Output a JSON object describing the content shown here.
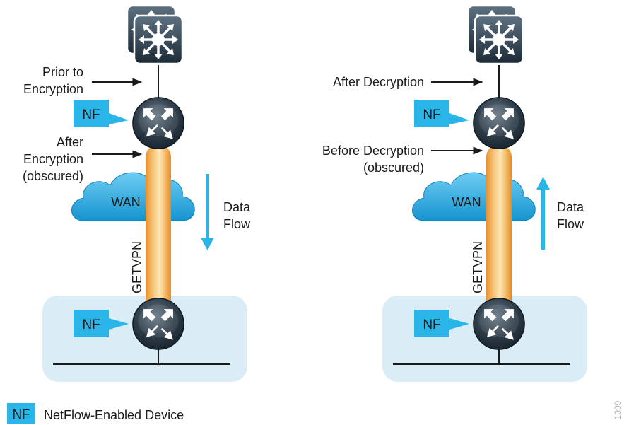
{
  "left": {
    "labels": {
      "prior_1": "Prior to",
      "prior_2": "Encryption",
      "after_1": "After",
      "after_2": "Encryption",
      "after_3": "(obscured)"
    },
    "nf_top": "NF",
    "nf_bottom": "NF",
    "wan": "WAN",
    "tunnel": "GETVPN",
    "flow_1": "Data",
    "flow_2": "Flow",
    "flow_direction": "down"
  },
  "right": {
    "labels": {
      "after_dec": "After Decryption",
      "before_1": "Before Decryption",
      "before_2": "(obscured)"
    },
    "nf_top": "NF",
    "nf_bottom": "NF",
    "wan": "WAN",
    "tunnel": "GETVPN",
    "flow_1": "Data",
    "flow_2": "Flow",
    "flow_direction": "up"
  },
  "legend": {
    "badge": "NF",
    "text": "NetFlow-Enabled Device"
  },
  "figure_code": "1099",
  "colors": {
    "nf_badge": "#29b5e8",
    "arrow_blue": "#29b5e8",
    "lan_area": "#daecf6",
    "tunnel": "#f2b45a",
    "device_dark": "#1d2b36"
  }
}
